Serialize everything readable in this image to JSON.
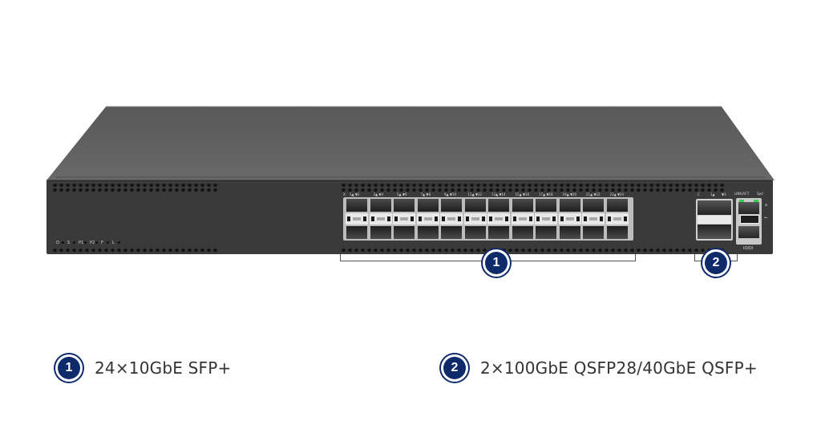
{
  "product": {
    "type": "network switch front panel",
    "colors": {
      "chassis": "#3a3a3a",
      "lid": "#5f5f5f",
      "badge": "#0e2a6b",
      "text": "#333333",
      "link_led": "#33cc55"
    }
  },
  "panel_labels": {
    "status_leds": [
      "O",
      "S",
      "P1",
      "P2",
      "F",
      "L"
    ],
    "sfp_port_labels": [
      "1▲ ▼2",
      "3▲ ▼4",
      "5▲ ▼6",
      "7▲ ▼8",
      "9▲ ▼10",
      "11▲ ▼12",
      "13▲ ▼14",
      "15▲ ▼16",
      "17▲ ▼18",
      "19▲ ▼20",
      "21▲ ▼22",
      "23▲ ▼24"
    ],
    "sfp_group_prefix": "X",
    "qsfp_labels": [
      "C",
      "1▲",
      "▼2"
    ],
    "mgmt_labels": [
      "LINK/ACT",
      "Spd"
    ],
    "console_label": "IOIOI"
  },
  "callouts": [
    {
      "number": "1",
      "target": "sfp-ports"
    },
    {
      "number": "2",
      "target": "qsfp-ports"
    }
  ],
  "legend": [
    {
      "number": "1",
      "text": "24×10GbE SFP+"
    },
    {
      "number": "2",
      "text": "2×100GbE QSFP28/40GbE QSFP+"
    }
  ]
}
